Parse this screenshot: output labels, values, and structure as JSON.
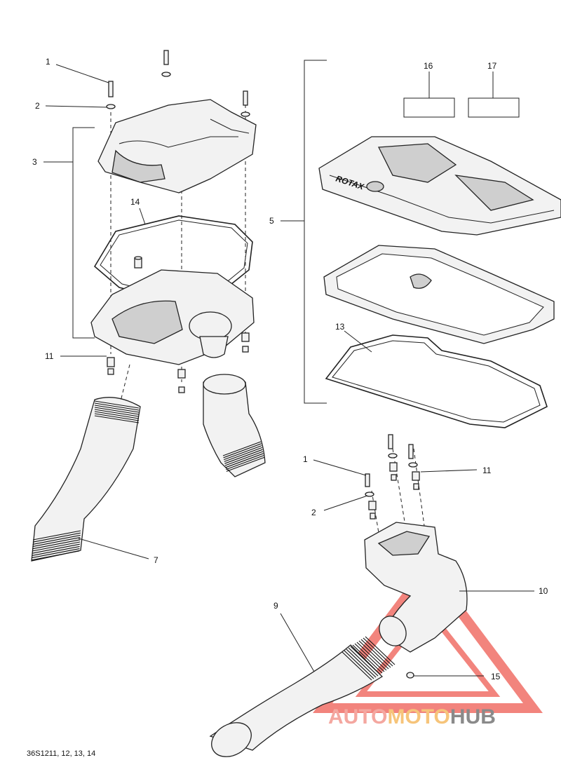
{
  "callouts": {
    "c1_top": "1",
    "c2_top": "2",
    "c3": "3",
    "c14": "14",
    "c11_left": "11",
    "c7": "7",
    "c5": "5",
    "c16": "16",
    "c17": "17",
    "c13": "13",
    "c1_bottom": "1",
    "c2_bottom": "2",
    "c11_right": "11",
    "c10": "10",
    "c9": "9",
    "c15": "15"
  },
  "cover_logo": "ROTAX",
  "footer_code": "36S1211, 12, 13, 14",
  "watermark": {
    "part1": "AUTO",
    "part2": "MOTO",
    "part3": "HUB",
    "color_auto": "#f4a7a0",
    "color_moto": "#f6c47a",
    "color_hub": "#8a8a8a",
    "triangle_color": "#ee5b52"
  }
}
